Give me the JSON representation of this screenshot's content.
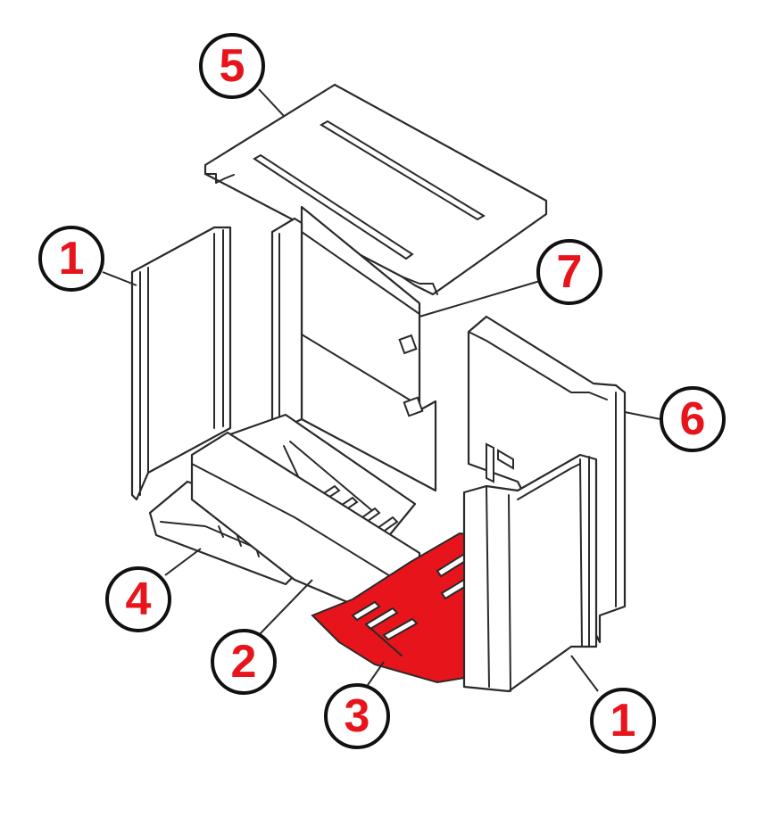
{
  "colors": {
    "line": "#2a2a2a",
    "highlight": "#e8141c",
    "callout_text": "#e8141c",
    "background": "#ffffff"
  },
  "callouts": [
    {
      "id": "c5",
      "label": "5",
      "part": "top-baffle-plate"
    },
    {
      "id": "c1a",
      "label": "1",
      "part": "left-side-panel"
    },
    {
      "id": "c7",
      "label": "7",
      "part": "rear-panel"
    },
    {
      "id": "c6",
      "label": "6",
      "part": "right-side-panel"
    },
    {
      "id": "c4",
      "label": "4",
      "part": "grate-left"
    },
    {
      "id": "c2",
      "label": "2",
      "part": "front-retaining-bar"
    },
    {
      "id": "c3",
      "label": "3",
      "part": "base-grate-highlighted"
    },
    {
      "id": "c1b",
      "label": "1",
      "part": "front-right-panel"
    }
  ]
}
